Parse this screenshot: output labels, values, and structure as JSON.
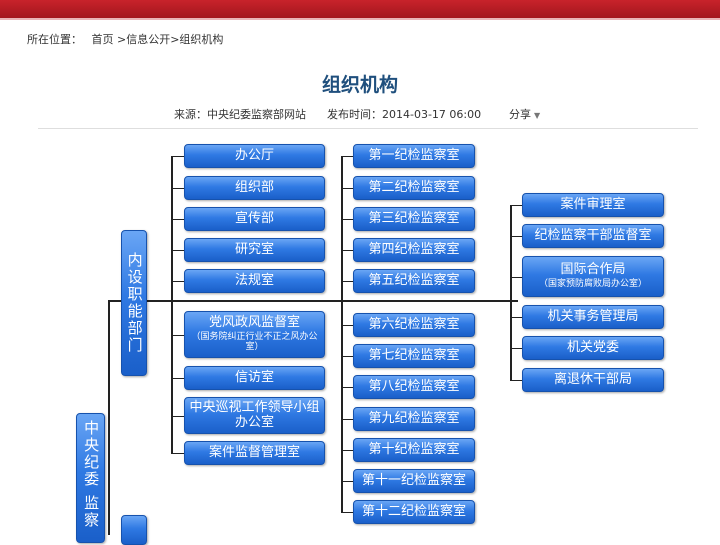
{
  "breadcrumb": {
    "label": "所在位置：",
    "home": "首页",
    "path": ">信息公开>组织机构"
  },
  "article": {
    "title": "组织机构",
    "source": "来源：中央纪委监察部网站",
    "published": "发布时间：2014-03-17 06:00",
    "share": "分享"
  },
  "org": {
    "root": "中央纪委 监察",
    "internal": "内设职能部门",
    "col1": [
      {
        "name": "办公厅"
      },
      {
        "name": "组织部"
      },
      {
        "name": "宣传部"
      },
      {
        "name": "研究室"
      },
      {
        "name": "法规室"
      },
      {
        "name": "党风政风监督室",
        "sub": "（国务院纠正行业不正之风办公室）"
      },
      {
        "name": "信访室"
      },
      {
        "name": "中央巡视工作领导小组办公室"
      },
      {
        "name": "案件监督管理室"
      }
    ],
    "col2": [
      {
        "name": "第一纪检监察室"
      },
      {
        "name": "第二纪检监察室"
      },
      {
        "name": "第三纪检监察室"
      },
      {
        "name": "第四纪检监察室"
      },
      {
        "name": "第五纪检监察室"
      },
      {
        "name": "第六纪检监察室"
      },
      {
        "name": "第七纪检监察室"
      },
      {
        "name": "第八纪检监察室"
      },
      {
        "name": "第九纪检监察室"
      },
      {
        "name": "第十纪检监察室"
      },
      {
        "name": "第十一纪检监察室"
      },
      {
        "name": "第十二纪检监察室"
      }
    ],
    "col3": [
      {
        "name": "案件审理室"
      },
      {
        "name": "纪检监察干部监督室"
      },
      {
        "name": "国际合作局",
        "sub": "（国家预防腐败局办公室）"
      },
      {
        "name": "机关事务管理局"
      },
      {
        "name": "机关党委"
      },
      {
        "name": "离退休干部局"
      }
    ]
  }
}
